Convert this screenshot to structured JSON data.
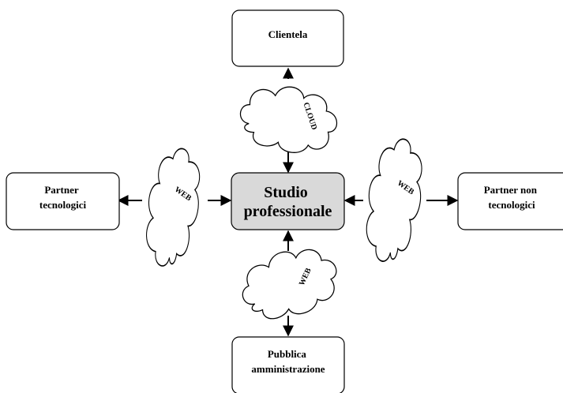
{
  "center": {
    "lines": [
      "Studio",
      "professionale"
    ],
    "fill": "#d9d9d9"
  },
  "nodes": {
    "top": {
      "lines": [
        "Clientela"
      ]
    },
    "left": {
      "lines": [
        "Partner",
        "tecnologici"
      ]
    },
    "right": {
      "lines": [
        "Partner non",
        "tecnologici"
      ]
    },
    "bottom": {
      "lines": [
        "Pubblica",
        "amministrazione"
      ]
    }
  },
  "clouds": {
    "top": "CLOUD",
    "left": "WEB",
    "right": "WEB",
    "bottom": "WEB"
  },
  "colors": {
    "stroke": "#000000",
    "node_fill": "#ffffff",
    "cloud_fill": "#ffffff"
  }
}
